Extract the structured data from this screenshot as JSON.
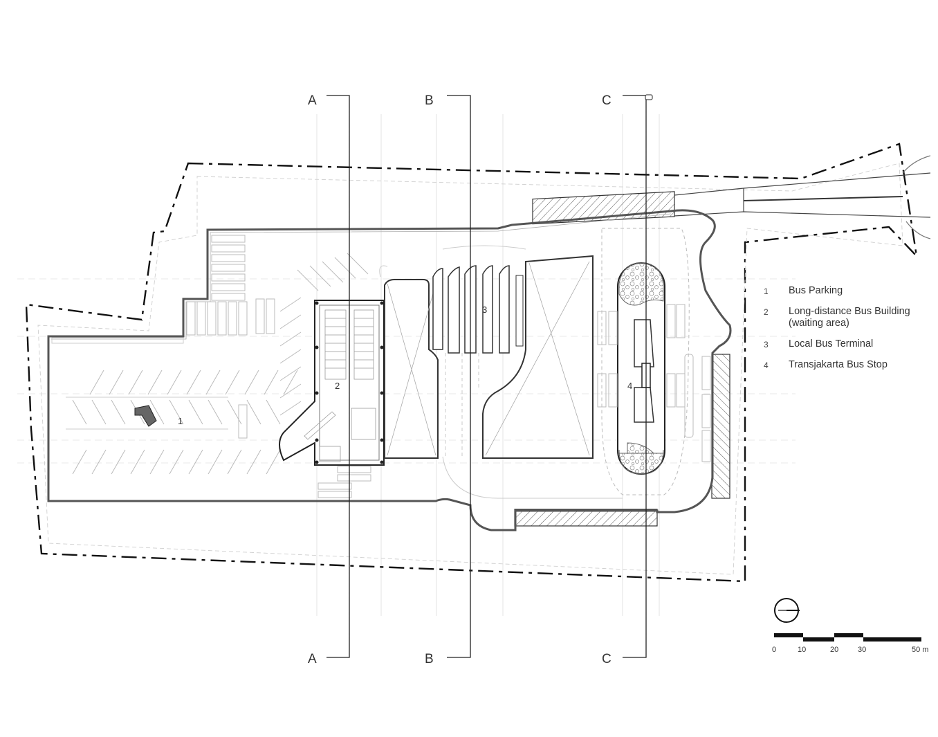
{
  "sections": {
    "a": "A",
    "b": "B",
    "c": "C"
  },
  "zone_numbers": [
    "1",
    "2",
    "3",
    "4"
  ],
  "legend": [
    {
      "num": "1",
      "label": "Bus Parking"
    },
    {
      "num": "2",
      "label": "Long-distance Bus Building\n(waiting area)"
    },
    {
      "num": "3",
      "label": "Local Bus Terminal"
    },
    {
      "num": "4",
      "label": "Transjakarta Bus Stop"
    }
  ],
  "scale": {
    "ticks": [
      "0",
      "10",
      "20",
      "30",
      "50 m"
    ]
  }
}
